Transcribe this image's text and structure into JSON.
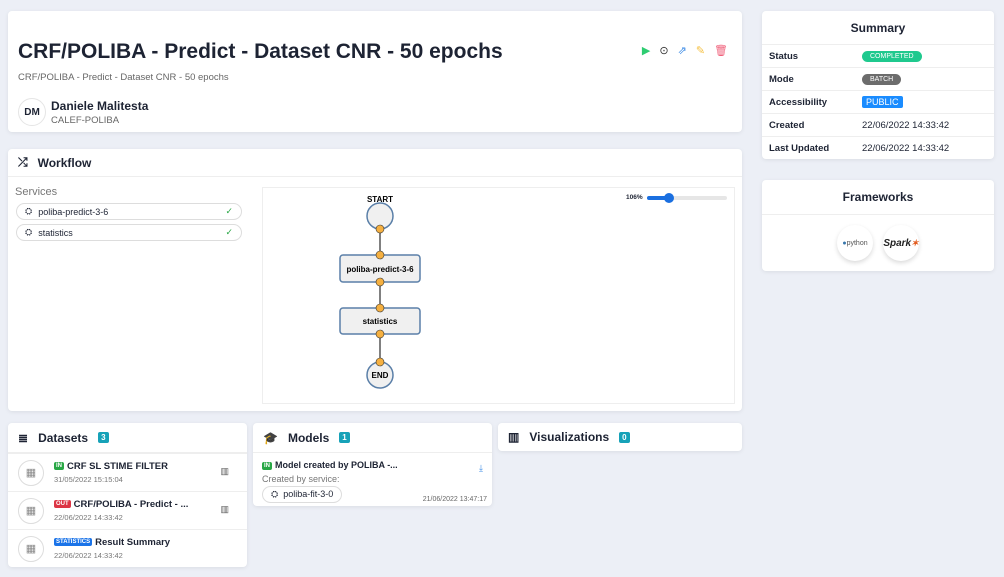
{
  "header": {
    "title": "CRF/POLIBA - Predict - Dataset CNR - 50 epochs",
    "subtitle": "CRF/POLIBA - Predict - Dataset CNR - 50 epochs",
    "user": {
      "initials": "DM",
      "name": "Daniele Malitesta",
      "org": "CALEF-POLIBA"
    }
  },
  "summary": {
    "title": "Summary",
    "rows": [
      {
        "label": "Status",
        "value": "COMPLETED",
        "color": "#1fc98e"
      },
      {
        "label": "Mode",
        "value": "BATCH",
        "color": "#6c6c6c"
      },
      {
        "label": "Accessibility",
        "value": "PUBLIC",
        "color": "#1a8cff"
      },
      {
        "label": "Created",
        "value": "22/06/2022 14:33:42"
      },
      {
        "label": "Last Updated",
        "value": "22/06/2022 14:33:42"
      }
    ]
  },
  "frameworks": {
    "title": "Frameworks",
    "items": [
      "python",
      "Spark"
    ]
  },
  "workflow": {
    "title": "Workflow",
    "services_label": "Services",
    "services": [
      "poliba-predict-3-6",
      "statistics"
    ],
    "zoom": "106%",
    "zoom_value": 106,
    "nodes": {
      "start": "START",
      "n1": "poliba-predict-3-6",
      "n2": "statistics",
      "end": "END"
    }
  },
  "datasets": {
    "title": "Datasets",
    "count": "3",
    "items": [
      {
        "tag": "IN",
        "name": "CRF SL STIME FILTER",
        "date": "31/05/2022 15:15:04"
      },
      {
        "tag": "OUT",
        "name": "CRF/POLIBA - Predict - ...",
        "date": "22/06/2022 14:33:42"
      },
      {
        "tag": "STATISTICS",
        "name": "Result Summary",
        "date": "22/06/2022 14:33:42"
      }
    ]
  },
  "models": {
    "title": "Models",
    "count": "1",
    "tag": "IN",
    "name": "Model created by POLIBA -...",
    "created_by": "Created by service:",
    "service": "poliba-fit-3-0",
    "date": "21/06/2022 13:47:17"
  },
  "visualizations": {
    "title": "Visualizations",
    "count": "0"
  }
}
